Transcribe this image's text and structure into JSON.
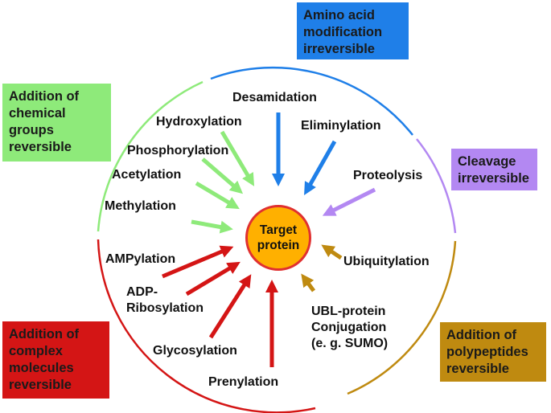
{
  "categories": {
    "amino_acid": {
      "lines": [
        "Amino acid",
        "modification",
        "irreversible"
      ],
      "color": "#1f7fe8"
    },
    "chemical": {
      "lines": [
        "Addition of",
        "chemical",
        "groups",
        "reversible"
      ],
      "color": "#8eea7a"
    },
    "cleavage": {
      "lines": [
        "Cleavage",
        "irreversible"
      ],
      "color": "#b388f2"
    },
    "complex": {
      "lines": [
        "Addition of",
        "complex",
        "molecules",
        "reversible"
      ],
      "color": "#d41515"
    },
    "polypeptides": {
      "lines": [
        "Addition of",
        "polypeptides",
        "reversible"
      ],
      "color": "#bf8a10"
    }
  },
  "center": {
    "lines": [
      "Target",
      "protein"
    ],
    "fill": "#ffb000",
    "ring": "#e03030"
  },
  "modifications": {
    "desamidation": "Desamidation",
    "eliminylation": "Eliminylation",
    "hydroxylation": "Hydroxylation",
    "phosphorylation": "Phosphorylation",
    "acetylation": "Acetylation",
    "methylation": "Methylation",
    "proteolysis": "Proteolysis",
    "ubiquitylation": "Ubiquitylation",
    "ubl": [
      "UBL-protein",
      "Conjugation",
      "(e. g. SUMO)"
    ],
    "ampylation": "AMPylation",
    "adp": [
      "ADP-",
      "Ribosylation"
    ],
    "glycosylation": "Glycosylation",
    "prenylation": "Prenylation"
  }
}
